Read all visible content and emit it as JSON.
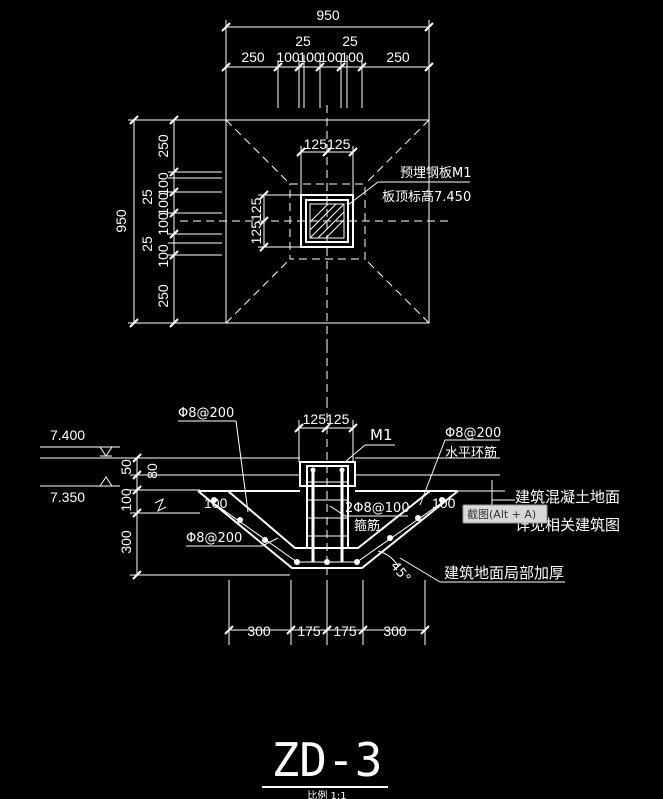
{
  "plan": {
    "dim_total_top": "950",
    "dim_top_row": [
      "250",
      "100",
      "100",
      "100",
      "100",
      "250"
    ],
    "dim_top_25_left": "25",
    "dim_top_25_right": "25",
    "dim_total_left": "950",
    "dim_left_col": [
      "250",
      "25",
      "100",
      "100",
      "100",
      "25",
      "100",
      "250"
    ],
    "dim_inner_top": "125125",
    "dim_inner_left": "125125",
    "label_embed": "预埋钢板M1",
    "label_elev": "板顶标高7.450"
  },
  "section": {
    "dim_top": "125125",
    "label_m1": "M1",
    "rebar_left": "Φ8@200",
    "rebar_right": "Φ8@200",
    "label_ring": "水平环筋",
    "elev_top": "7.400",
    "elev_bottom": "7.350",
    "dim_50": "50",
    "dim_80": "80",
    "dim_100_left": "100",
    "dim_300_left": "300",
    "dim_100_slab_left": "100",
    "dim_100_slab_right": "100",
    "stirrup": "2Φ8@100",
    "stirrup_label": "箍筋",
    "rebar_bottom": "Φ8@200",
    "angle": "45°",
    "note_floor": "建筑混凝土地面",
    "note_detail": "详见相关建筑图",
    "note_thicken": "建筑地面局部加厚",
    "dim_bottom": [
      "300",
      "175",
      "175",
      "300"
    ]
  },
  "tooltip": {
    "text": "截图(Alt + A)"
  },
  "title": {
    "text": "ZD-3",
    "subtitle": "比例 1:1"
  }
}
